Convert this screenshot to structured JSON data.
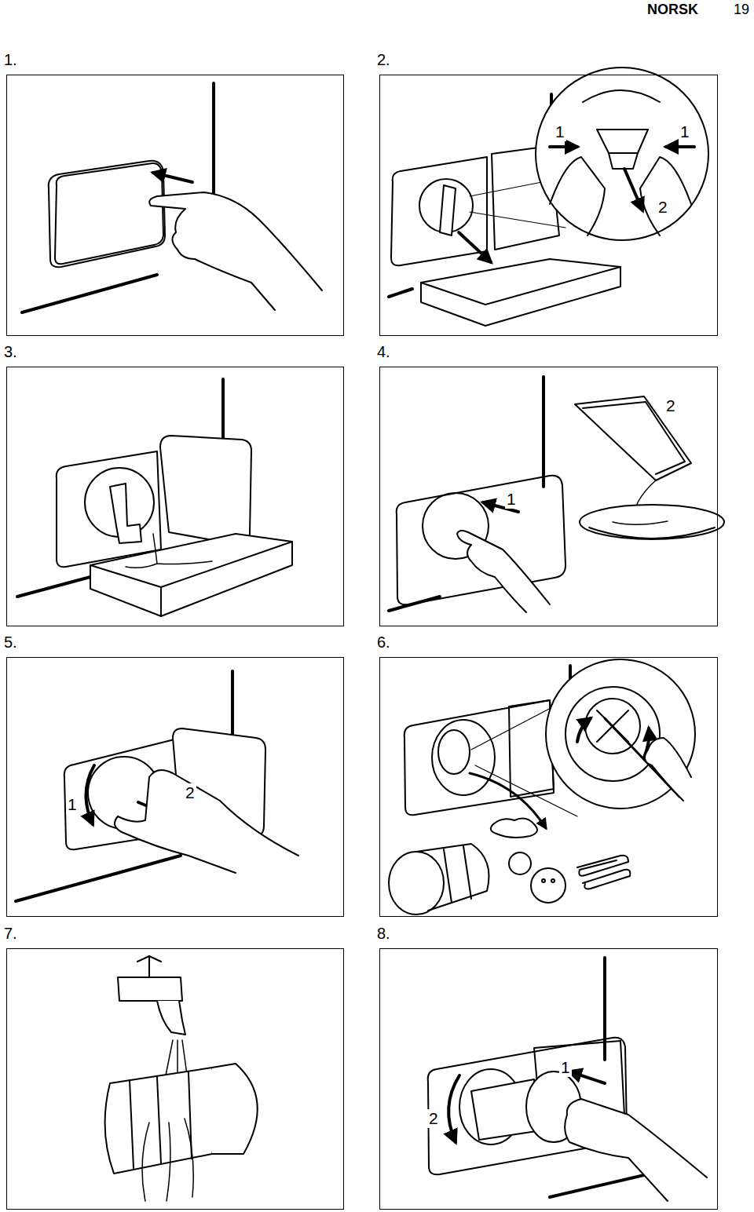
{
  "diagram": {
    "nodes": [
      {
        "text": [
          "1."
        ]
      },
      {
        "text": [
          "2."
        ]
      },
      {
        "text": [
          "3."
        ]
      },
      {
        "text": [
          "4."
        ]
      },
      {
        "text": [
          "5."
        ]
      },
      {
        "text": [
          "6."
        ]
      },
      {
        "text": [
          "7."
        ]
      },
      {
        "text": [
          "8."
        ]
      }
    ],
    "labels": [
      "NORSK",
      "19",
      "1",
      "1",
      "2",
      "2",
      "1",
      "1",
      "2",
      "1",
      "2"
    ]
  }
}
